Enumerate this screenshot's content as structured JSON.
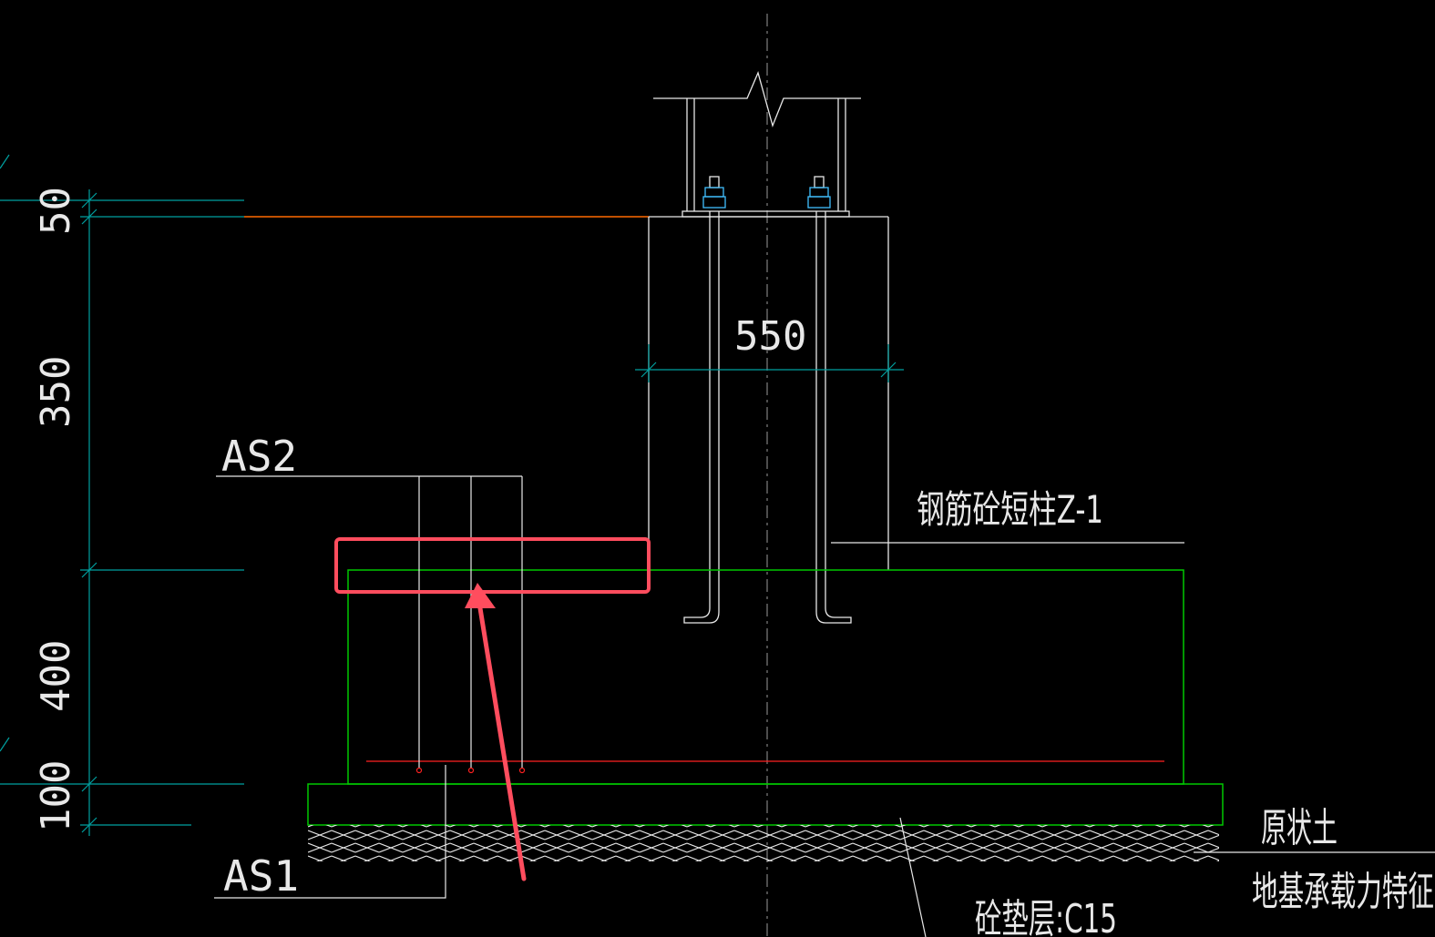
{
  "drawing": {
    "dimensions": {
      "d50": "50",
      "d350": "350",
      "d400": "400",
      "d100": "100",
      "d550": "550"
    },
    "labels": {
      "as2": "AS2",
      "as1": "AS1",
      "column": "钢筋砼短柱Z-1",
      "soil": "原状土",
      "bearing": "地基承载力特征",
      "cushion": "砼垫层:C15"
    },
    "colors": {
      "background": "#000000",
      "lines": "#e8e8e8",
      "dimension": "#00a0a0",
      "foundation": "#00c800",
      "rebar": "#ff2020",
      "top_line": "#ff6a00",
      "bolt": "#40c0ff",
      "highlight": "#ff4d5e"
    }
  }
}
